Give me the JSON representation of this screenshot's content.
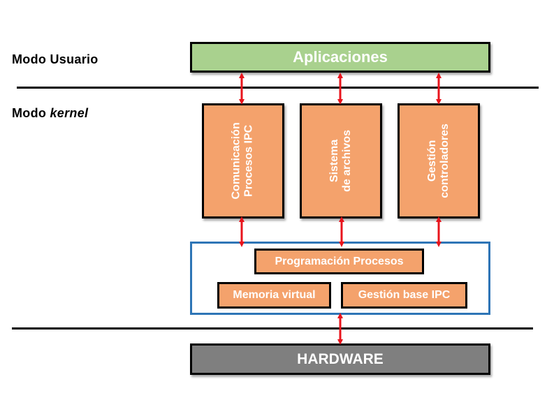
{
  "labels": {
    "user_mode": "Modo Usuario",
    "kernel_mode_prefix": "Modo ",
    "kernel_mode_italic": "kernel"
  },
  "boxes": {
    "apps": "Aplicaciones",
    "ipc_line1": "Comunicación",
    "ipc_line2": "Procesos IPC",
    "fs_line1": "Sistema",
    "fs_line2": "de archivos",
    "drv_line1": "Gestión",
    "drv_line2": "controladores",
    "scheduling": "Programación Procesos",
    "virtual_memory": "Memoria virtual",
    "ipc_base": "Gestión base IPC",
    "hardware": "HARDWARE"
  },
  "colors": {
    "apps_fill": "#a9d18e",
    "module_fill": "#f4a26c",
    "hardware_fill": "#7f7f7f",
    "core_border": "#2e75b6",
    "arrow": "#e8141c"
  }
}
